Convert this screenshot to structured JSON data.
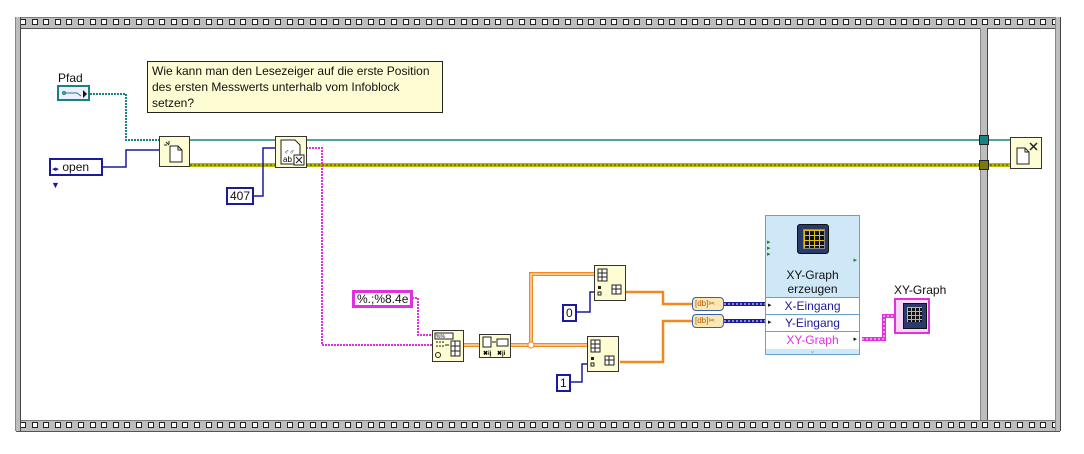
{
  "diagram": {
    "type": "labview-block-diagram",
    "structure": "flat-sequence",
    "frames": 2,
    "comment": "Wie kann man den Lesezeiger auf die erste Position des ersten Messwerts unterhalb vom Infoblock setzen?",
    "controls": {
      "path_label": "Pfad",
      "open_enum_value": "open",
      "const_407": "407",
      "format_string": "%.;%8.4e",
      "index_0": "0",
      "index_1": "1"
    },
    "nodes": {
      "open_file": "open-file-icon",
      "read_text": "read-text-file-icon",
      "spreadsheet_to_array": "spreadsheet-string-to-array-icon",
      "transpose": "transpose-array-icon",
      "index_array_0": "index-array-icon",
      "index_array_1": "index-array-icon",
      "close_file": "close-file-icon"
    },
    "express_vi": {
      "title_line1": "XY-Graph",
      "title_line2": "erzeugen",
      "terminals": [
        "X-Eingang",
        "Y-Eingang",
        "XY-Graph"
      ]
    },
    "indicator_label": "XY-Graph",
    "colors": {
      "refnum_wire": "#1a8080",
      "error_wire": "#c8c800",
      "int_wire": "#1a1aa0",
      "string_wire": "#e030e0",
      "double_wire": "#f08a20",
      "node_bg": "#fdfcd2",
      "express_bg": "#cfe8f8"
    }
  }
}
